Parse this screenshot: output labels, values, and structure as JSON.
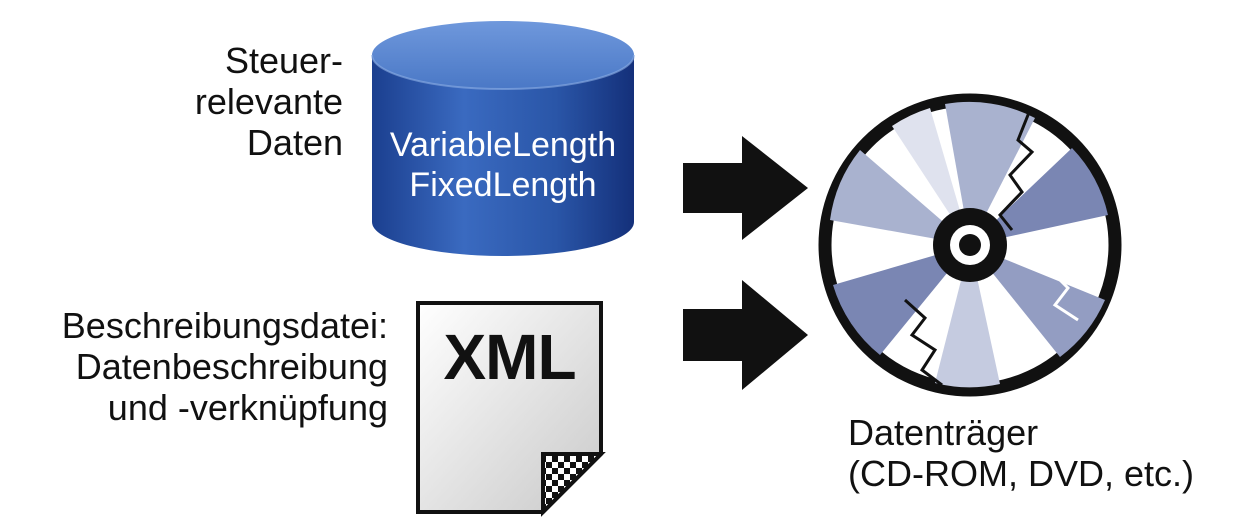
{
  "tax_data": {
    "label_lines": [
      "Steuer-",
      "relevante",
      "Daten"
    ],
    "formats": [
      "VariableLength",
      "FixedLength"
    ],
    "color": "#2f5fb3"
  },
  "description_file": {
    "label_lines": [
      "Beschreibungsdatei:",
      "Datenbeschreibung",
      "und -verknüpfung"
    ],
    "file_type": "XML"
  },
  "data_medium": {
    "label_lines": [
      "Datenträger",
      "(CD-ROM, DVD, etc.)"
    ],
    "icon": "cd-disc-icon"
  },
  "arrows": [
    {
      "from": "tax_data",
      "to": "data_medium",
      "icon": "right-arrow-icon"
    },
    {
      "from": "description_file",
      "to": "data_medium",
      "icon": "right-arrow-icon"
    }
  ]
}
